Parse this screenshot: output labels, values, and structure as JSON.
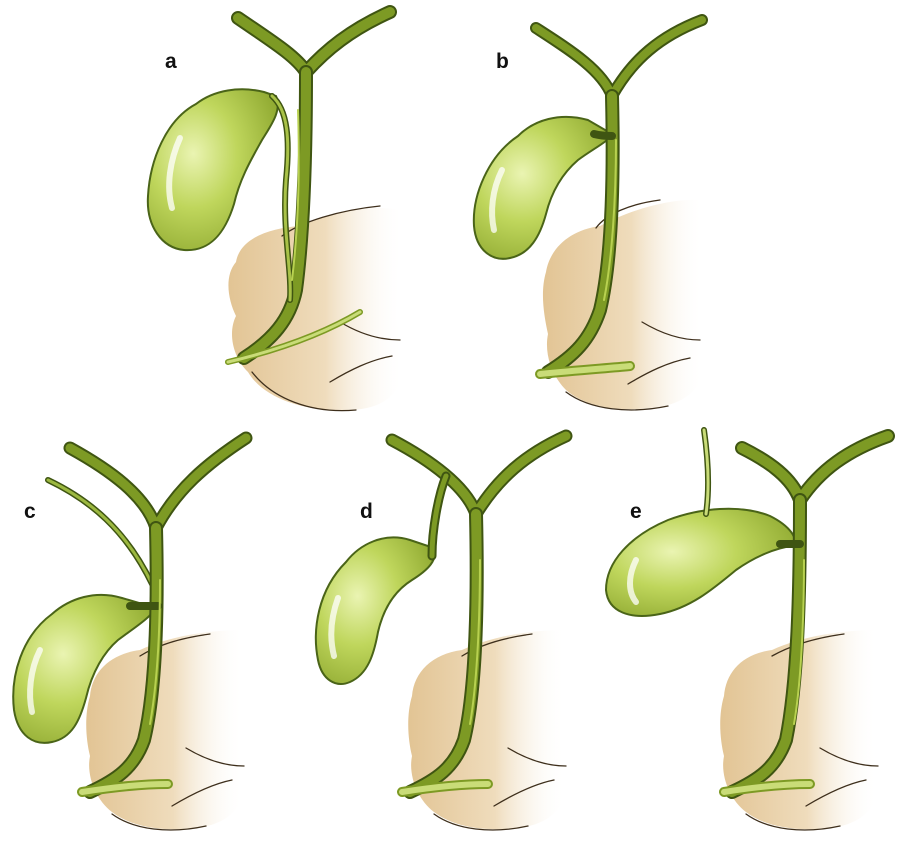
{
  "figure": {
    "panels": [
      {
        "id": "a",
        "label": "a"
      },
      {
        "id": "b",
        "label": "b"
      },
      {
        "id": "c",
        "label": "c"
      },
      {
        "id": "d",
        "label": "d"
      },
      {
        "id": "e",
        "label": "e"
      }
    ]
  },
  "colors": {
    "duct_stroke": "#3f5512",
    "duct_fill": "#7d9a24",
    "duct_highlight": "#b8d150",
    "gallbladder_light": "#e4f0a4",
    "gallbladder_mid": "#bcd45a",
    "gallbladder_dark": "#8ea82e",
    "duodenum": "#e9cfa3",
    "duodenum_outline": "#3e2f1c",
    "pancreatic_duct": "#c9dc78"
  }
}
